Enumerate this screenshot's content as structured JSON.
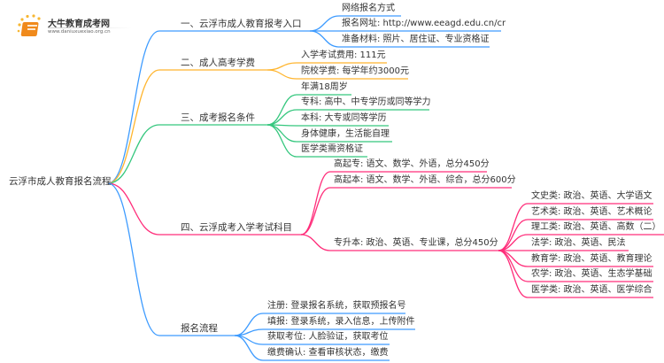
{
  "logo": {
    "name": "大牛教育成考网",
    "url": "www.daniuxuexiao.org.cn"
  },
  "root": "云浮市成人教育报名流程",
  "colors": {
    "blue": "#3d9bff",
    "orange": "#ffb52e",
    "green": "#35c77e",
    "pink": "#ff2d7a"
  },
  "branches": [
    {
      "label": "一、云浮市成人教育报考入口",
      "color": "blue",
      "children": [
        {
          "label": "网络报名方式"
        },
        {
          "label": "报名网址: http://www.eeagd.edu.cn/cr"
        },
        {
          "label": "准备材料: 照片、居住证、专业资格证"
        }
      ]
    },
    {
      "label": "二、成人高考学费",
      "color": "orange",
      "children": [
        {
          "label": "入学考试费用: 111元"
        },
        {
          "label": "院校学费: 每学年约3000元"
        }
      ]
    },
    {
      "label": "三、成考报名条件",
      "color": "green",
      "children": [
        {
          "label": "年满18周岁"
        },
        {
          "label": "专科: 高中、中专学历或同等学力"
        },
        {
          "label": "本科: 大专或同等学历"
        },
        {
          "label": "身体健康，生活能自理"
        },
        {
          "label": "医学类需资格证"
        }
      ]
    },
    {
      "label": "四、云浮成考入学考试科目",
      "color": "pink",
      "children": [
        {
          "label": "高起专: 语文、数学、外语，总分450分"
        },
        {
          "label": "高起本: 语文、数学、外语、综合，总分600分"
        },
        {
          "label": "专升本: 政治、英语、专业课，总分450分",
          "children": [
            {
              "label": "文史类: 政治、英语、大学语文"
            },
            {
              "label": "艺术类: 政治、英语、艺术概论"
            },
            {
              "label": "理工类: 政治、英语、高数（二）"
            },
            {
              "label": "法学: 政治、英语、民法"
            },
            {
              "label": "教育学: 政治、英语、教育理论"
            },
            {
              "label": "农学: 政治、英语、生态学基础"
            },
            {
              "label": "医学类: 政治、英语、医学综合"
            }
          ]
        }
      ]
    },
    {
      "label": "报名流程",
      "color": "blue",
      "children": [
        {
          "label": "注册: 登录报名系统，获取预报名号"
        },
        {
          "label": "填报: 登录系统，录入信息，上传附件"
        },
        {
          "label": "获取考位: 人脸验证，获取考位"
        },
        {
          "label": "缴费确认: 查看审核状态，缴费"
        }
      ]
    }
  ]
}
